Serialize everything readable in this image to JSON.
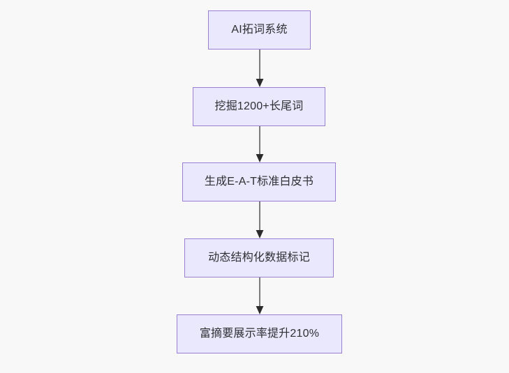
{
  "diagram": {
    "title": "AI SEO content pipeline flowchart",
    "orientation": "top-to-bottom",
    "background_color": "#f8f8f8",
    "node_fill_color": "#eae8fd",
    "node_border_color": "#9b7fd4",
    "node_text_color": "#2f2f34",
    "edge_color": "#7c7c7c",
    "arrowhead_color": "#2b2b2b",
    "nodes": [
      {
        "id": "n0",
        "label": "AI拓词系统"
      },
      {
        "id": "n1",
        "label": "挖掘1200+长尾词"
      },
      {
        "id": "n2",
        "label": "生成E-A-T标准白皮书"
      },
      {
        "id": "n3",
        "label": "动态结构化数据标记"
      },
      {
        "id": "n4",
        "label": "富摘要展示率提升210%"
      }
    ],
    "edges": [
      {
        "id": "e0",
        "from": "n0",
        "to": "n1",
        "label": ""
      },
      {
        "id": "e1",
        "from": "n1",
        "to": "n2",
        "label": ""
      },
      {
        "id": "e2",
        "from": "n2",
        "to": "n3",
        "label": ""
      },
      {
        "id": "e3",
        "from": "n3",
        "to": "n4",
        "label": ""
      }
    ]
  }
}
